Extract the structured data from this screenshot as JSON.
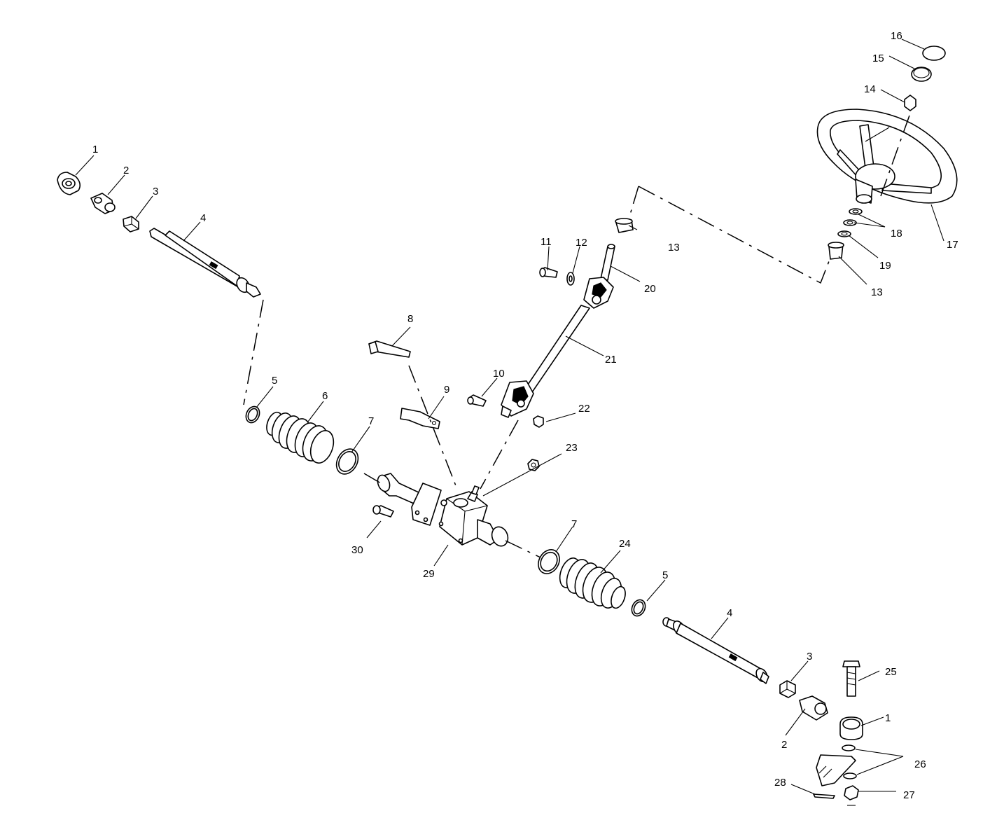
{
  "callouts": {
    "c1": "1",
    "c2": "2",
    "c3": "3",
    "c4": "4",
    "c5": "5",
    "c6": "6",
    "c7": "7",
    "c8": "8",
    "c9": "9",
    "c10": "10",
    "c11": "11",
    "c12": "12",
    "c13a": "13",
    "c13b": "13",
    "c14": "14",
    "c15": "15",
    "c16": "16",
    "c17": "17",
    "c18": "18",
    "c19": "19",
    "c20": "20",
    "c21": "21",
    "c22": "22",
    "c23": "23",
    "c24": "24",
    "c29": "29",
    "c30": "30",
    "c7b": "7",
    "c5b": "5",
    "c4b": "4",
    "c3b": "3",
    "c25": "25",
    "c2b": "2",
    "c1b": "1",
    "c26": "26",
    "c28": "28",
    "c27": "27"
  }
}
